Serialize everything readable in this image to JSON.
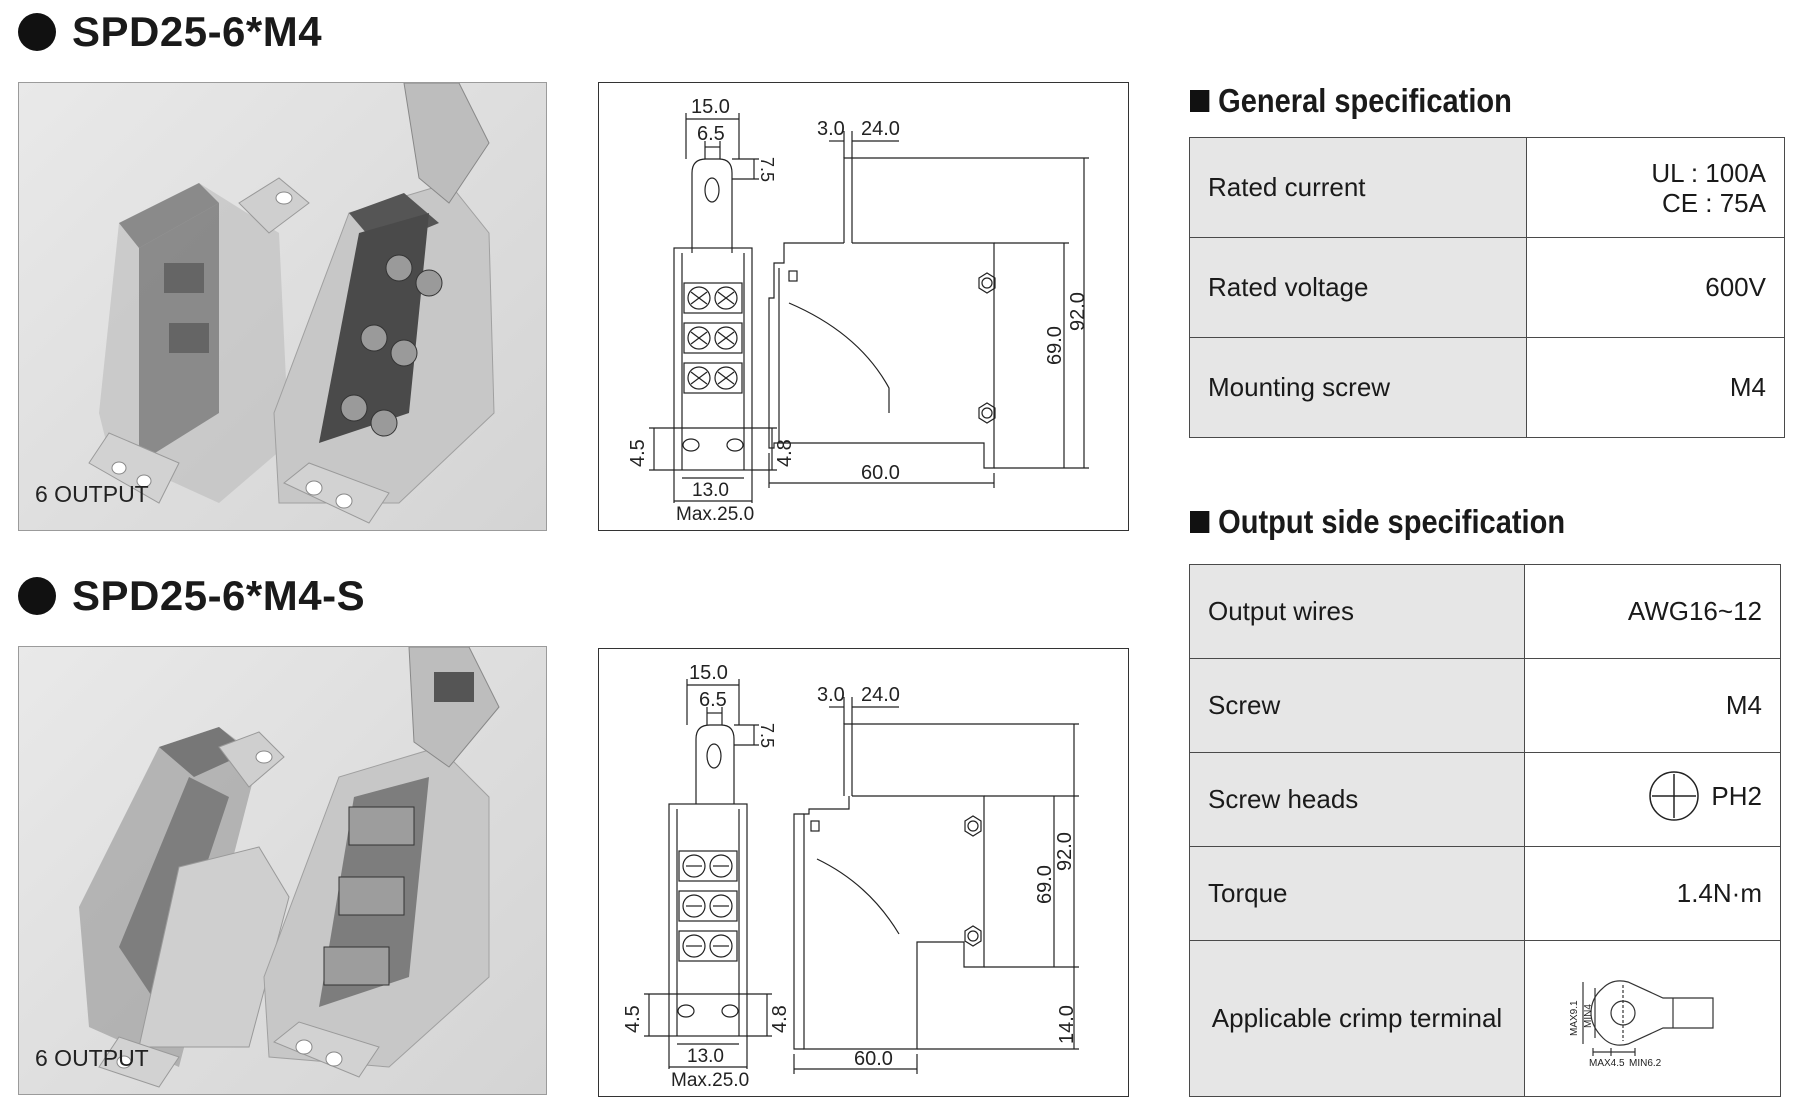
{
  "models": [
    {
      "title": "SPD25-6*M4",
      "output_label": "6 OUTPUT",
      "dims": {
        "top_width": "15.0",
        "hole": "6.5",
        "top_gap": "7.5",
        "left_foot": "4.5",
        "right_foot": "4.8",
        "base_width": "13.0",
        "max_width": "Max.25.0",
        "side_a": "3.0",
        "side_b": "24.0",
        "height_inner": "69.0",
        "height_total": "92.0",
        "depth": "60.0"
      }
    },
    {
      "title": "SPD25-6*M4-S",
      "output_label": "6 OUTPUT",
      "dims": {
        "top_width": "15.0",
        "hole": "6.5",
        "top_gap": "7.5",
        "left_foot": "4.5",
        "right_foot": "4.8",
        "base_width": "13.0",
        "max_width": "Max.25.0",
        "side_a": "3.0",
        "side_b": "24.0",
        "height_inner": "69.0",
        "height_total": "92.0",
        "depth": "60.0",
        "step": "14.0"
      }
    }
  ],
  "general_spec": {
    "heading": "General specification",
    "rows": [
      {
        "label": "Rated current",
        "value_line1": "UL : 100A",
        "value_line2": "CE : 75A"
      },
      {
        "label": "Rated voltage",
        "value": "600V"
      },
      {
        "label": "Mounting screw",
        "value": "M4"
      }
    ]
  },
  "output_spec": {
    "heading": "Output side specification",
    "rows": [
      {
        "label": "Output wires",
        "value": "AWG16~12"
      },
      {
        "label": "Screw",
        "value": "M4"
      },
      {
        "label": "Screw heads",
        "value": "PH2",
        "icon": "phillips-screw-head-icon"
      },
      {
        "label": "Torque",
        "value": "1.4N·m"
      },
      {
        "label": "Applicable crimp terminal",
        "value": "",
        "icon": "ring-terminal-diagram",
        "terminal_dims": {
          "a": "MAX9.1",
          "b": "MIN4",
          "c": "MAX4.5",
          "d": "MIN6.2"
        }
      }
    ]
  }
}
